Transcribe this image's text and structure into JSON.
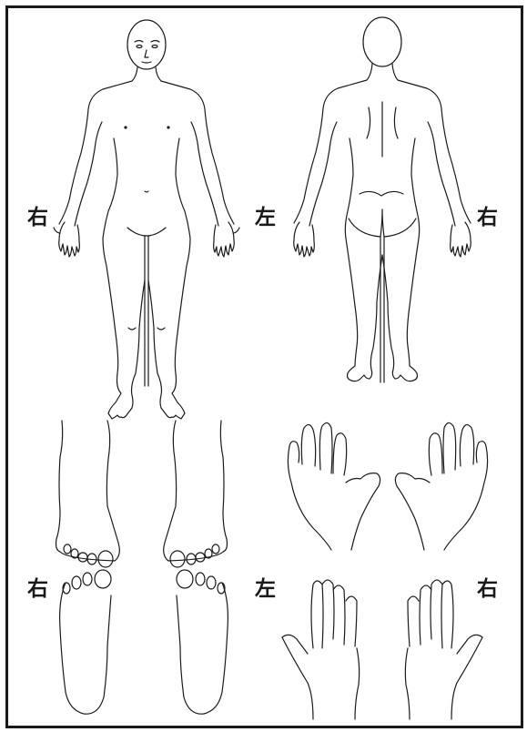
{
  "labels": {
    "front_right": "右",
    "front_left": "左",
    "back_right": "右",
    "feet_right": "右",
    "hands_left": "左",
    "hands_right": "右"
  },
  "colors": {
    "line": "#1a1a1a",
    "background": "#ffffff"
  }
}
